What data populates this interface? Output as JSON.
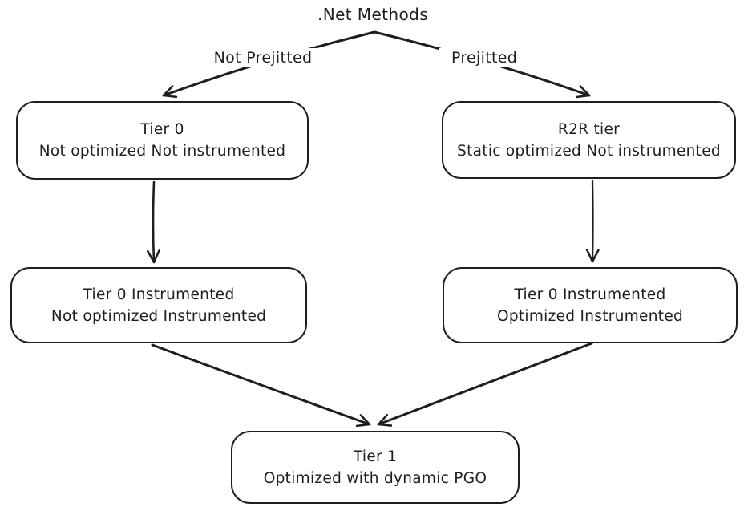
{
  "title": ".Net Methods",
  "branch_labels": {
    "left": "Not Prejitted",
    "right": "Prejitted"
  },
  "nodes": {
    "tier0": {
      "line1": "Tier 0",
      "line2": "Not optimized Not instrumented"
    },
    "r2r": {
      "line1": "R2R tier",
      "line2": "Static optimized Not instrumented"
    },
    "tier0_instrumented_left": {
      "line1": "Tier 0 Instrumented",
      "line2": "Not optimized Instrumented"
    },
    "tier0_instrumented_right": {
      "line1": "Tier 0 Instrumented",
      "line2": "Optimized Instrumented"
    },
    "tier1": {
      "line1": "Tier 1",
      "line2": "Optimized with dynamic PGO"
    }
  },
  "colors": {
    "stroke": "#1e1e1e",
    "background": "#ffffff"
  }
}
